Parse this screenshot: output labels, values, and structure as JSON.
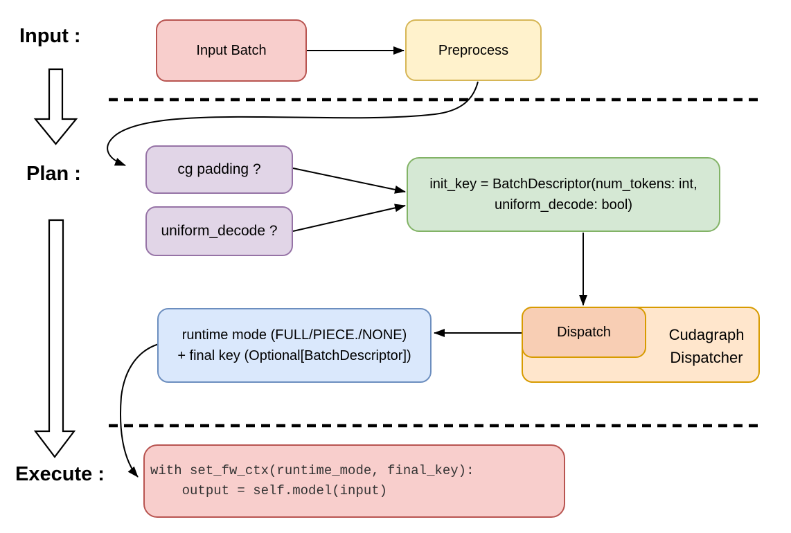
{
  "stage_labels": {
    "input": "Input :",
    "plan": "Plan :",
    "execute": "Execute :"
  },
  "nodes": {
    "input_batch": {
      "label": "Input Batch",
      "fill": "#F8CECC",
      "stroke": "#B85450"
    },
    "preprocess": {
      "label": "Preprocess",
      "fill": "#FFF2CC",
      "stroke": "#D6B656"
    },
    "cg_padding": {
      "label": "cg padding ?",
      "fill": "#E1D5E7",
      "stroke": "#9673A6"
    },
    "uniform_decode": {
      "label": "uniform_decode ?",
      "fill": "#E1D5E7",
      "stroke": "#9673A6"
    },
    "init_key": {
      "label": "init_key = BatchDescriptor(num_tokens: int, uniform_decode: bool)",
      "fill": "#D5E8D4",
      "stroke": "#82B366"
    },
    "cudagraph_dispatcher": {
      "label": "Cudagraph Dispatcher",
      "fill": "#FFE6CC",
      "stroke": "#D79B00"
    },
    "dispatch": {
      "label": "Dispatch",
      "fill": "#F8CEB4",
      "stroke": "#D79B00"
    },
    "runtime_result": {
      "line1": "runtime mode (FULL/PIECE./NONE)",
      "line2": "+ final key (Optional[BatchDescriptor])",
      "fill": "#DAE8FC",
      "stroke": "#6C8EBF"
    },
    "execute_code": {
      "line1": "with set_fw_ctx(runtime_mode, final_key):",
      "line2": "    output = self.model(input)",
      "fill": "#F8CECC",
      "stroke": "#B85450"
    }
  },
  "connector_color": "#000000"
}
